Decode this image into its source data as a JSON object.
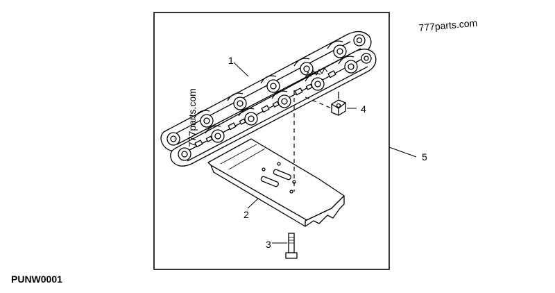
{
  "watermark": {
    "top_right": "777parts.com",
    "vertical": "777parts.com"
  },
  "callouts": {
    "c1": "1",
    "c2": "2",
    "c3": "3",
    "c4": "4",
    "c5": "5"
  },
  "figure_code": "PUNW0001"
}
